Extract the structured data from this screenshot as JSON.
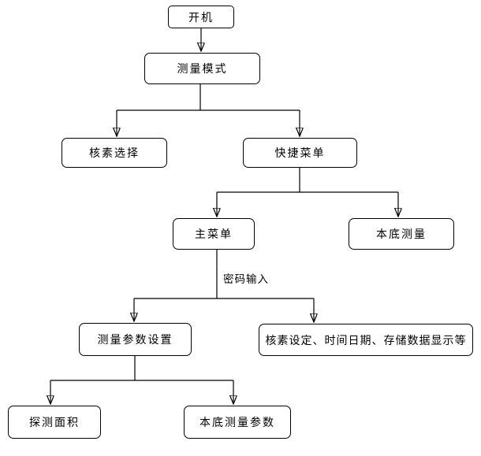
{
  "diagram": {
    "type": "flowchart",
    "background_color": "#ffffff",
    "line_color": "#000000",
    "box_fill_color": "#ffffff",
    "box_border_color": "#000000",
    "nodes": [
      {
        "id": "power-on",
        "label": "开机"
      },
      {
        "id": "measure-mode",
        "label": "测量模式"
      },
      {
        "id": "nuclide-select",
        "label": "核素选择"
      },
      {
        "id": "quick-menu",
        "label": "快捷菜单"
      },
      {
        "id": "main-menu",
        "label": "主菜单"
      },
      {
        "id": "background-measure",
        "label": "本底测量"
      },
      {
        "id": "measure-param-setting",
        "label": "测量参数设置"
      },
      {
        "id": "settings-misc",
        "label": "核素设定、时间日期、存储数据显示等"
      },
      {
        "id": "detect-area",
        "label": "探测面积"
      },
      {
        "id": "background-measure-param",
        "label": "本底测量参数"
      }
    ],
    "password_edge_label": "密码输入",
    "edges": [
      {
        "from": "power-on",
        "to": "measure-mode"
      },
      {
        "from": "measure-mode",
        "to": "nuclide-select"
      },
      {
        "from": "measure-mode",
        "to": "quick-menu"
      },
      {
        "from": "quick-menu",
        "to": "main-menu"
      },
      {
        "from": "quick-menu",
        "to": "background-measure"
      },
      {
        "from": "main-menu",
        "to": "measure-param-setting",
        "label": "密码输入"
      },
      {
        "from": "main-menu",
        "to": "settings-misc",
        "label": "密码输入"
      },
      {
        "from": "measure-param-setting",
        "to": "detect-area"
      },
      {
        "from": "measure-param-setting",
        "to": "background-measure-param"
      }
    ]
  }
}
